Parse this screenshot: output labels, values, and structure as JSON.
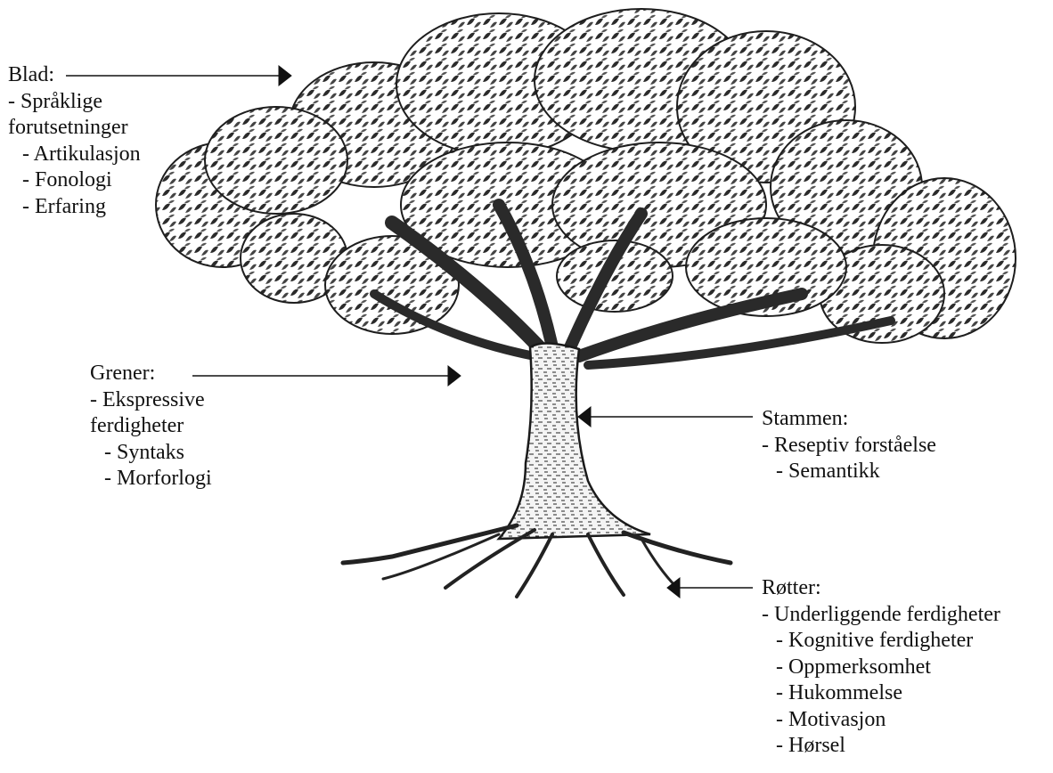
{
  "diagram": {
    "labels": {
      "leaves": {
        "title": "Blad:",
        "lines": [
          "- Språklige",
          "forutsetninger",
          "- Artikulasjon",
          "- Fonologi",
          "- Erfaring"
        ]
      },
      "branches": {
        "title": "Grener:",
        "lines": [
          "- Ekspressive",
          "ferdigheter",
          "- Syntaks",
          "- Morforlogi"
        ]
      },
      "trunk": {
        "title": "Stammen:",
        "lines": [
          "- Reseptiv forståelse",
          "- Semantikk"
        ]
      },
      "roots": {
        "title": "Røtter:",
        "lines": [
          "- Underliggende ferdigheter",
          "- Kognitive ferdigheter",
          "- Oppmerksomhet",
          "- Hukommelse",
          "- Motivasjon",
          "- Hørsel"
        ]
      }
    },
    "colors": {
      "ink": "#111111",
      "foliage": "#3a3a3a",
      "foliage_light": "#6e6e6e",
      "bark": "#2a2a2a",
      "background": "#ffffff"
    }
  }
}
